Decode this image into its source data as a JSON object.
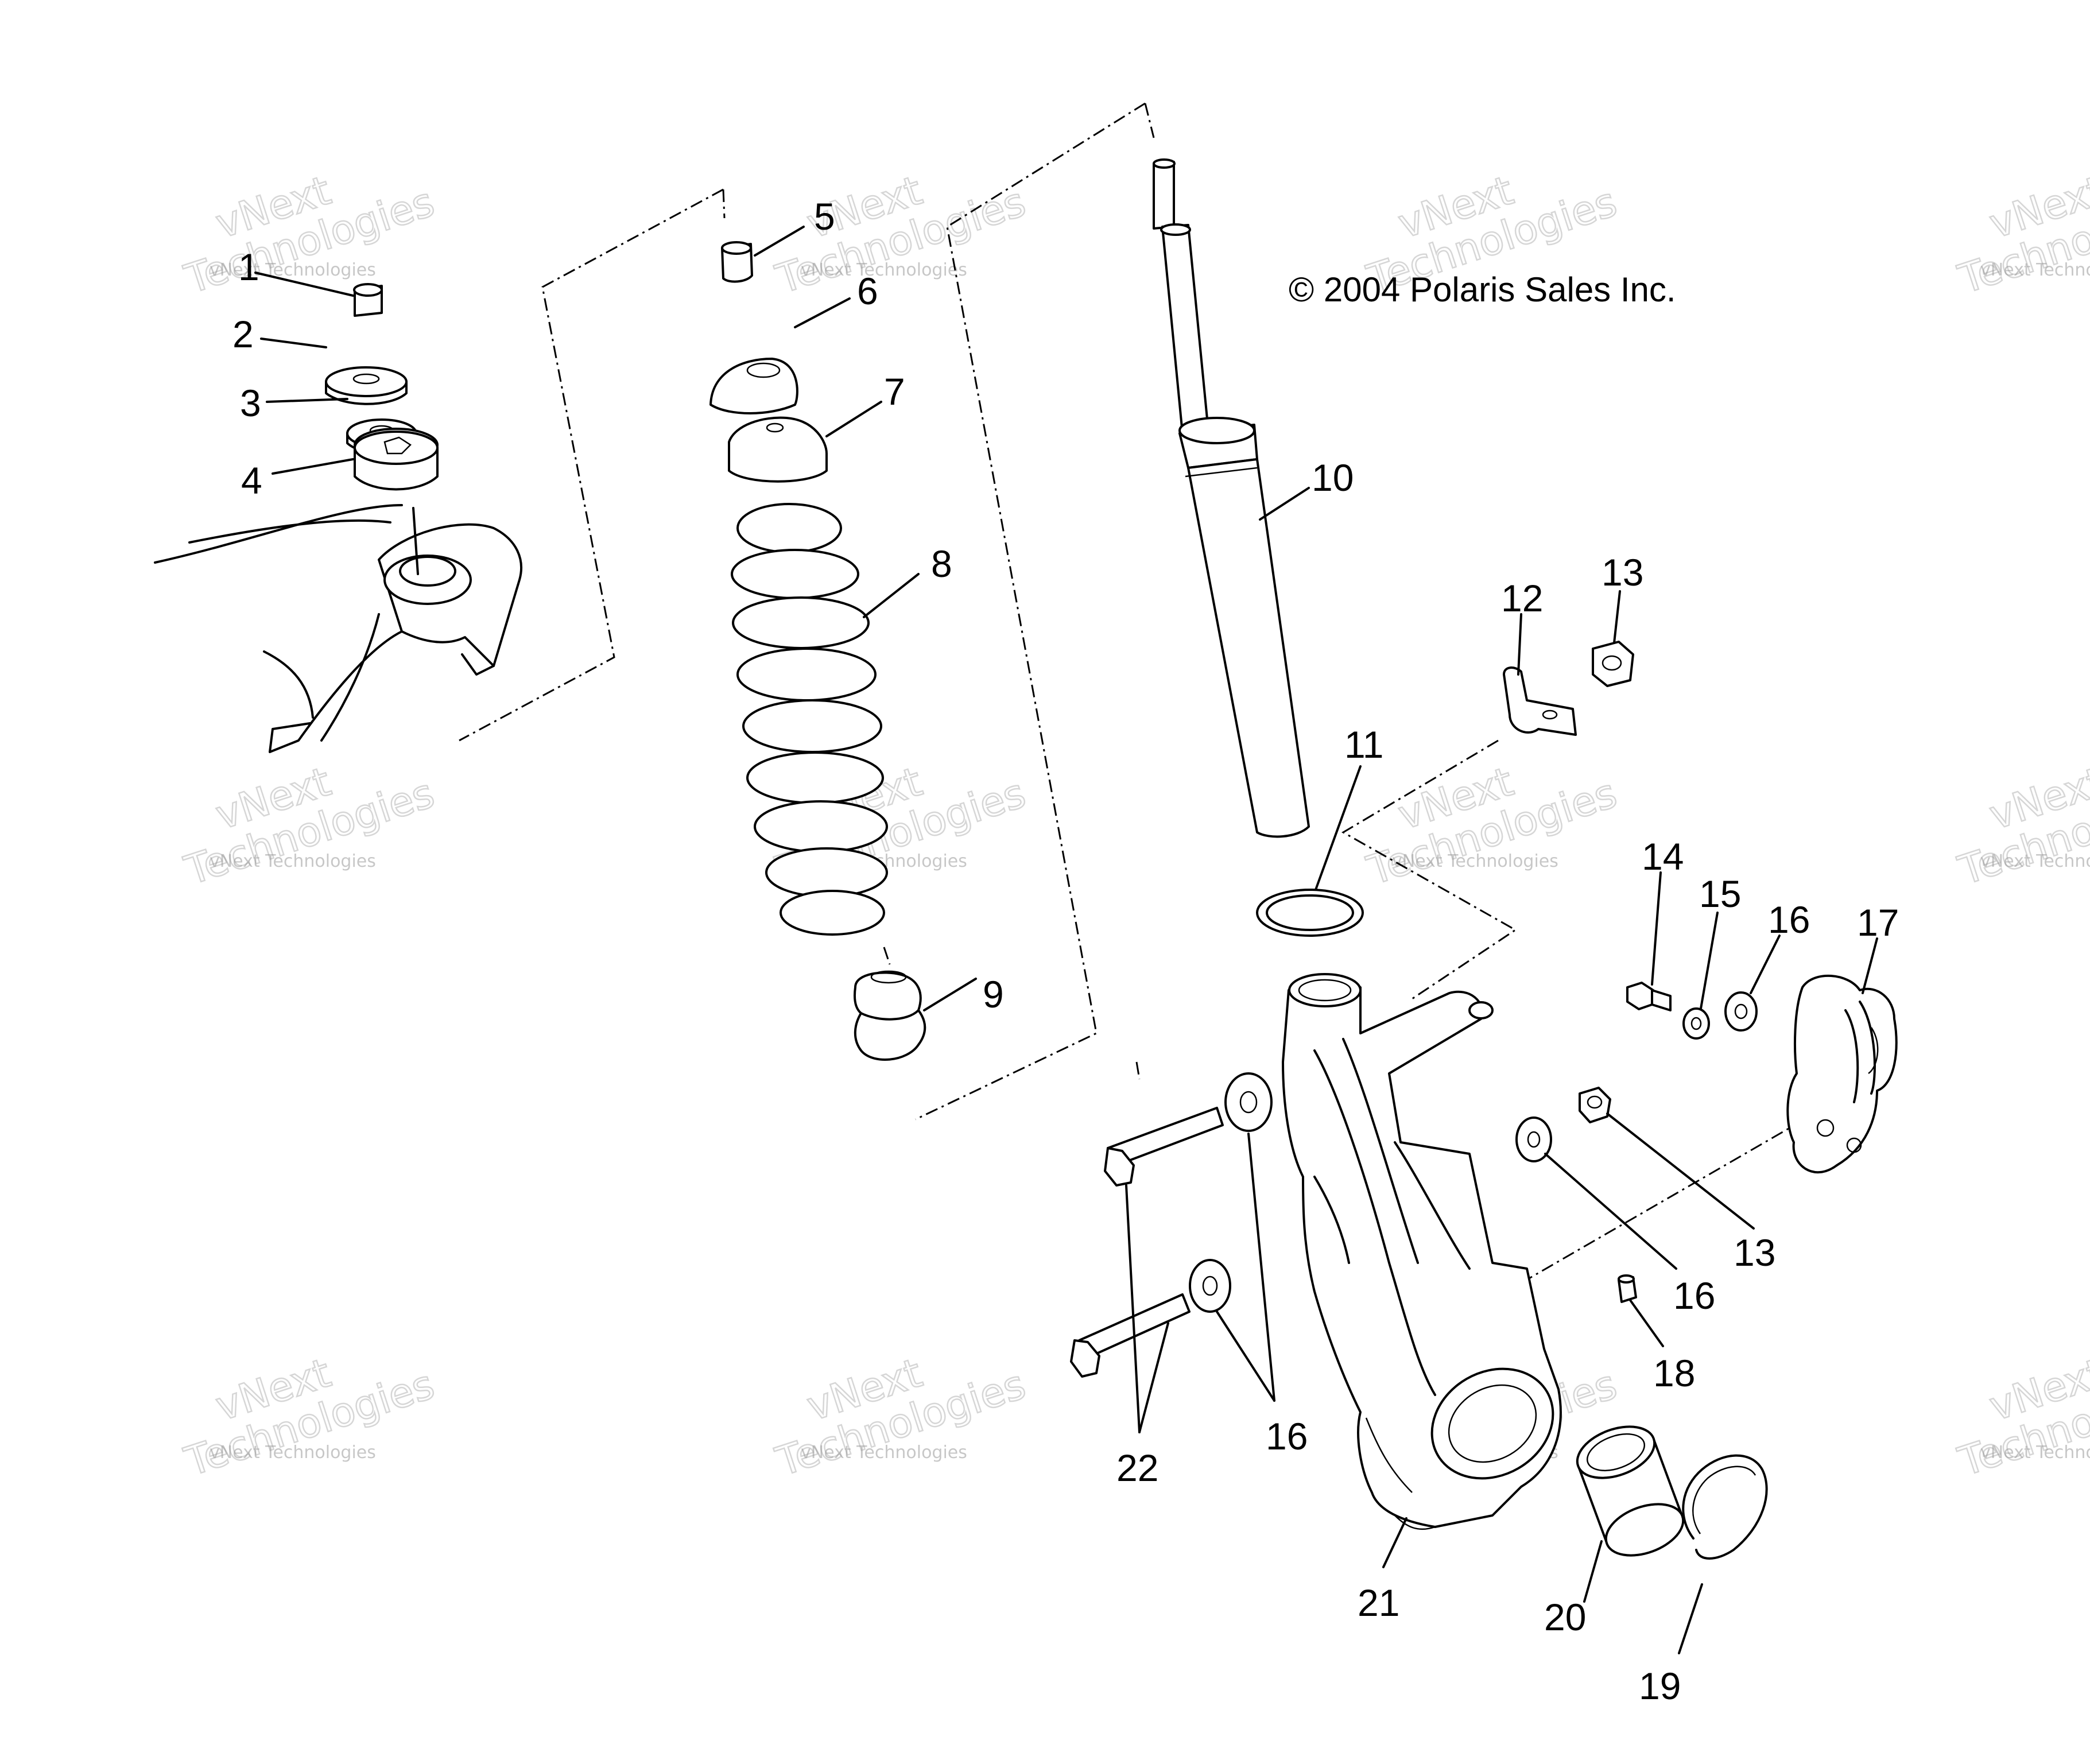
{
  "copyright": "© 2004 Polaris Sales Inc.",
  "watermark": {
    "line1": "vNext",
    "line2": "Technologies",
    "full": "vNext Technologies"
  },
  "callouts": {
    "c1": "1",
    "c2": "2",
    "c3": "3",
    "c4": "4",
    "c5": "5",
    "c6": "6",
    "c7": "7",
    "c8": "8",
    "c9": "9",
    "c10": "10",
    "c11": "11",
    "c12": "12",
    "c13a": "13",
    "c13b": "13",
    "c14": "14",
    "c15": "15",
    "c16a": "16",
    "c16b": "16",
    "c16c": "16",
    "c17": "17",
    "c18": "18",
    "c19": "19",
    "c20": "20",
    "c21": "21",
    "c22": "22"
  }
}
